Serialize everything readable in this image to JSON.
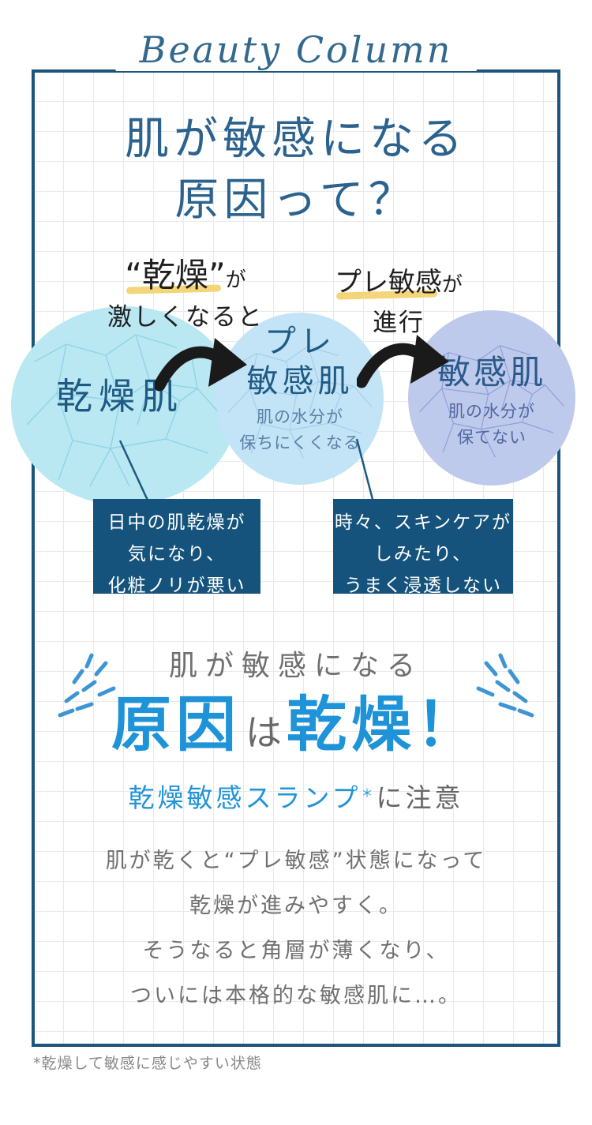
{
  "header": {
    "title": "Beauty Column"
  },
  "main_title": {
    "line1": "肌が敏感になる",
    "line2": "原因って？"
  },
  "flow": {
    "step1_label": {
      "em": "“乾燥”",
      "suffix": "が",
      "line2": "激しくなると"
    },
    "step2_label": {
      "em": "プレ敏感",
      "suffix": "が",
      "line2": "進行"
    },
    "circles": [
      {
        "name": "乾燥肌"
      },
      {
        "name_line1": "プレ",
        "name_line2": "敏感肌",
        "sub_line1": "肌の水分が",
        "sub_line2": "保ちにくくなる"
      },
      {
        "name": "敏感肌",
        "sub_line1": "肌の水分が",
        "sub_line2": "保てない"
      }
    ],
    "callouts": [
      {
        "line1": "日中の肌乾燥が",
        "line2": "気になり、",
        "line3": "化粧ノリが悪い"
      },
      {
        "line1": "時々、スキンケアが",
        "line2": "しみたり、",
        "line3": "うまく浸透しない"
      }
    ]
  },
  "conclusion": {
    "lead": "肌が敏感になる",
    "headline_part1": "原因",
    "headline_part2": "は",
    "headline_part3": "乾燥！",
    "subhead_em": "乾燥敏感スランプ",
    "subhead_mark": "＊",
    "subhead_rest": "に注意",
    "body_line1": "肌が乾くと“プレ敏感”状態になって",
    "body_line2": "乾燥が進みやすく。",
    "body_line3": "そうなると角層が薄くなり、",
    "body_line4": "ついには本格的な敏感肌に…。"
  },
  "footnote": "*乾燥して敏感に感じやすい状態",
  "colors": {
    "frame_border": "#1b547c",
    "title_blue": "#2b628e",
    "accent_blue": "#1e93d8",
    "callout_bg": "#15537c",
    "circle1_fill": "#b9e8f2",
    "circle2_fill": "#c3e4f6",
    "circle3_fill": "#becaec",
    "highlight_yellow": "#f4d579",
    "text_gray": "#707070"
  }
}
